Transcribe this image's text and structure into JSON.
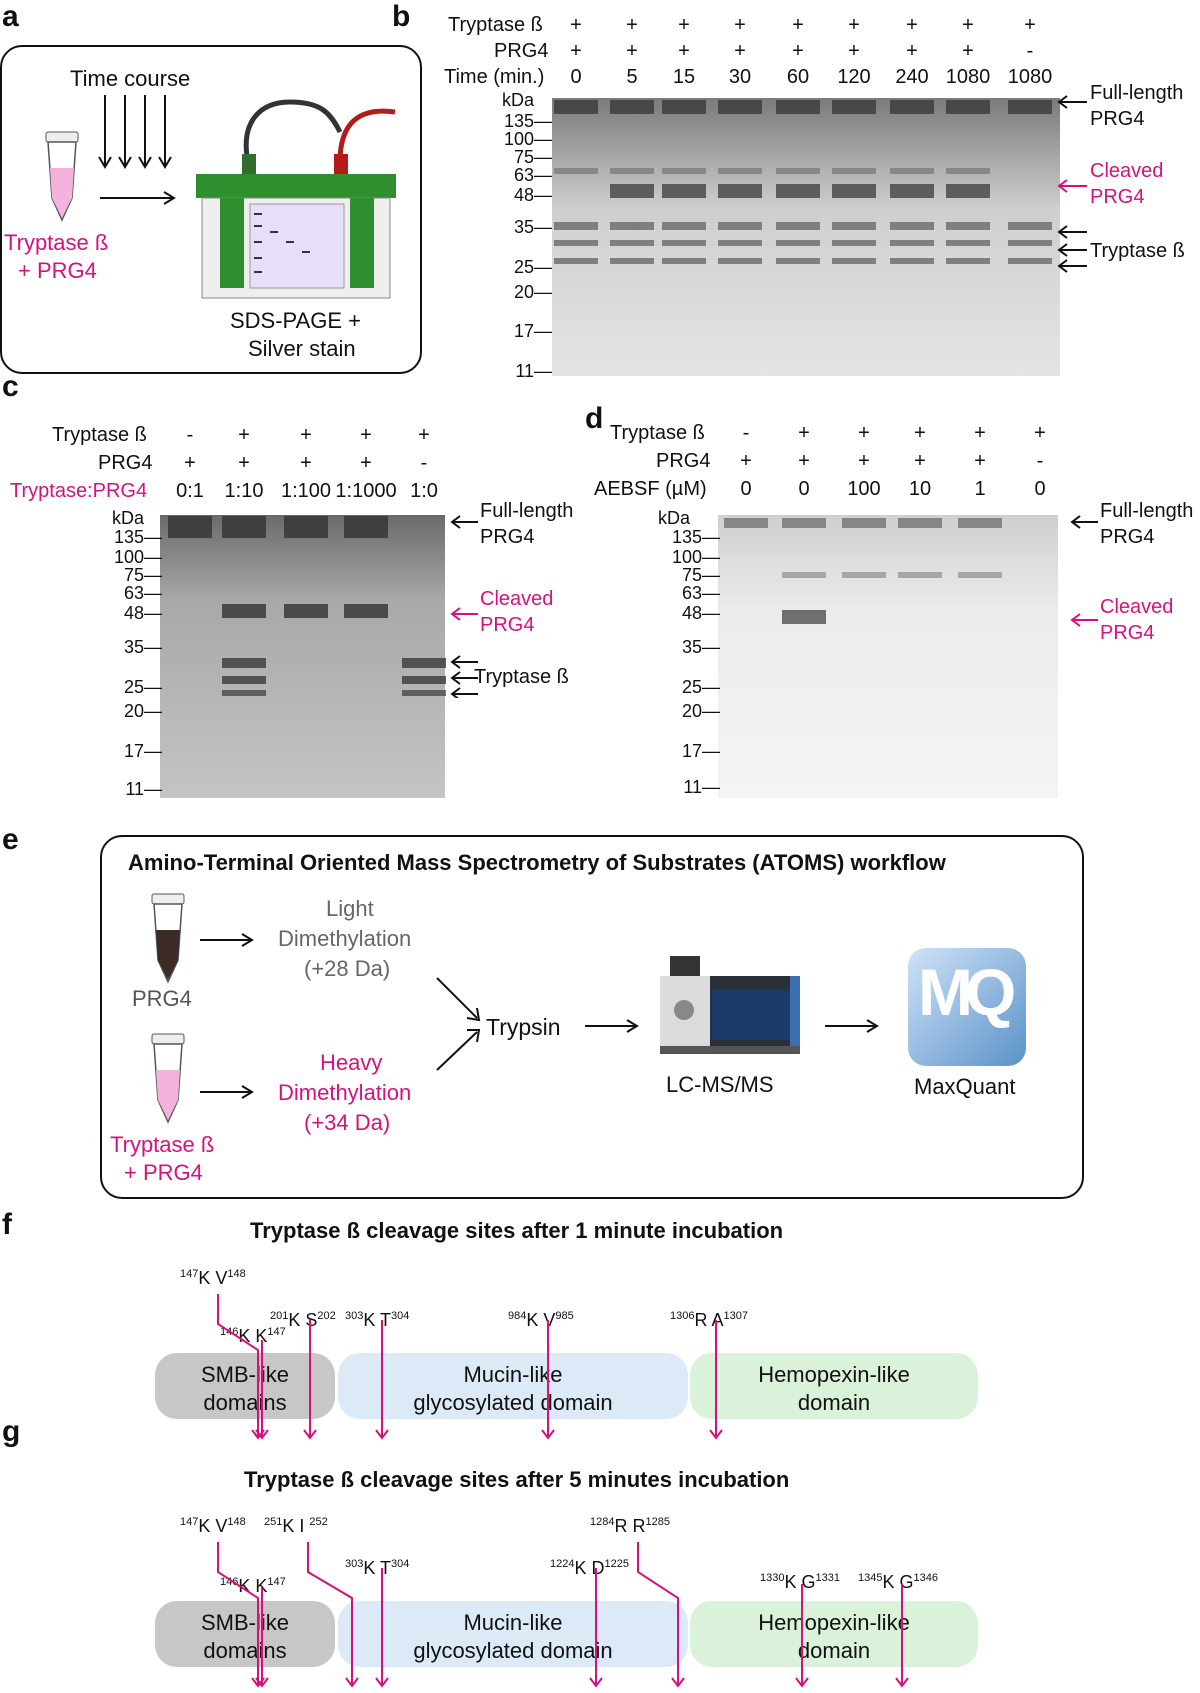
{
  "panel_labels": {
    "a": "a",
    "b": "b",
    "c": "c",
    "d": "d",
    "e": "e",
    "f": "f",
    "g": "g"
  },
  "a": {
    "time_course": "Time course",
    "sample": "Tryptase ß\n+ PRG4",
    "output": "SDS-PAGE +\nSilver stain"
  },
  "b": {
    "row_labels": [
      "Tryptase ß",
      "PRG4",
      "Time (min.)"
    ],
    "tryptase": [
      "+",
      "+",
      "+",
      "+",
      "+",
      "+",
      "+",
      "+",
      "+"
    ],
    "prg4": [
      "+",
      "+",
      "+",
      "+",
      "+",
      "+",
      "+",
      "+",
      "-"
    ],
    "time": [
      "0",
      "5",
      "15",
      "30",
      "60",
      "120",
      "240",
      "1080",
      "1080"
    ],
    "kda_title": "kDa",
    "markers": [
      "135",
      "100",
      "75",
      "63",
      "48",
      "35",
      "25",
      "20",
      "17",
      "11"
    ],
    "right": {
      "full": "Full-length\nPRG4",
      "cleaved": "Cleaved\nPRG4",
      "tryptase": "Tryptase ß"
    }
  },
  "c": {
    "row_labels": [
      "Tryptase ß",
      "PRG4",
      "Tryptase:PRG4"
    ],
    "tryptase": [
      "-",
      "+",
      "+",
      "+",
      "+"
    ],
    "prg4": [
      "+",
      "+",
      "+",
      "+",
      "-"
    ],
    "ratio": [
      "0:1",
      "1:10",
      "1:100",
      "1:1000",
      "1:0"
    ],
    "kda_title": "kDa",
    "markers": [
      "135",
      "100",
      "75",
      "63",
      "48",
      "35",
      "25",
      "20",
      "17",
      "11"
    ],
    "right": {
      "full": "Full-length\nPRG4",
      "cleaved": "Cleaved\nPRG4",
      "tryptase": "Tryptase ß"
    }
  },
  "d": {
    "row_labels": [
      "Tryptase ß",
      "PRG4",
      "AEBSF (µM)"
    ],
    "tryptase": [
      "-",
      "+",
      "+",
      "+",
      "+",
      "+"
    ],
    "prg4": [
      "+",
      "+",
      "+",
      "+",
      "+",
      "-"
    ],
    "aebsf": [
      "0",
      "0",
      "100",
      "10",
      "1",
      "0"
    ],
    "kda_title": "kDa",
    "markers": [
      "135",
      "100",
      "75",
      "63",
      "48",
      "35",
      "25",
      "20",
      "17",
      "11"
    ],
    "right": {
      "full": "Full-length\nPRG4",
      "cleaved": "Cleaved\nPRG4"
    }
  },
  "e": {
    "title": "Amino-Terminal Oriented Mass Spectrometry of Substrates (ATOMS) workflow",
    "prg4": "PRG4",
    "light": "Light\nDimethylation\n(+28 Da)",
    "tryptase_prg4": "Tryptase ß\n+ PRG4",
    "heavy": "Heavy\nDimethylation\n(+34 Da)",
    "trypsin": "Trypsin",
    "lcms": "LC-MS/MS",
    "maxquant": "MaxQuant",
    "mq_logo": "MQ"
  },
  "domains": {
    "smb": "SMB-like\ndomains",
    "mucin": "Mucin-like\nglycosylated domain",
    "hemopexin": "Hemopexin-like\ndomain"
  },
  "f": {
    "title": "Tryptase ß cleavage sites after 1 minute incubation",
    "sites": [
      "147K V148",
      "146K K147",
      "201K S202",
      "303K T304",
      "984K V985",
      "1306R A1307"
    ]
  },
  "g": {
    "title": "Tryptase ß cleavage sites after 5 minutes incubation",
    "sites": [
      "147K V148",
      "251K I 252",
      "146K K147",
      "303K T304",
      "1284R R1285",
      "1224K D1225",
      "1330K G1331",
      "1345K G1346"
    ]
  },
  "colors": {
    "magenta": "#d6117d",
    "smb": "#c7c7c7",
    "mucin": "#dce9f6",
    "hemopexin": "#d9f2d9",
    "gel": "#b9b9b9"
  }
}
